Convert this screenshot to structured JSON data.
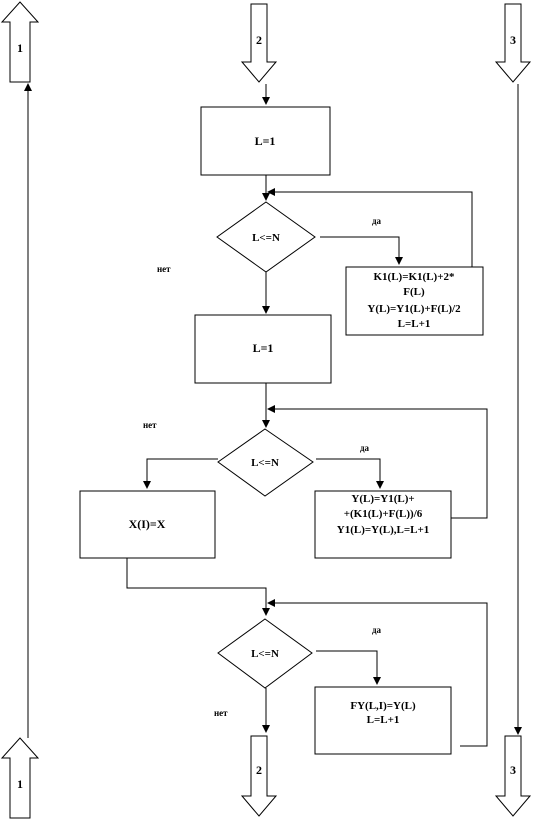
{
  "connectors": {
    "left_top": "1",
    "mid_top": "2",
    "right_top": "3",
    "left_bottom": "1",
    "mid_bottom": "2",
    "right_bottom": "3"
  },
  "blocks": {
    "init1": "L=1",
    "cond1": "L<=N",
    "body1": [
      "K1(L)=K1(L)+2*",
      "F(L)",
      "Y(L)=Y1(L)+F(L)/2",
      "L=L+1"
    ],
    "init2": "L=1",
    "cond2": "L<=N",
    "body2": [
      "Y(L)=Y1(L)+",
      "+(K1(L)+F(L))/6",
      "Y1(L)=Y(L),L=L+1"
    ],
    "out_x": "X(I)=X",
    "cond3": "L<=N",
    "body3": [
      "FY(L,I)=Y(L)",
      "L=L+1"
    ]
  },
  "branch_labels": {
    "yes1": "да",
    "no1": "нет",
    "yes2": "да",
    "no2": "нет",
    "yes3": "да",
    "no3": "нет"
  }
}
